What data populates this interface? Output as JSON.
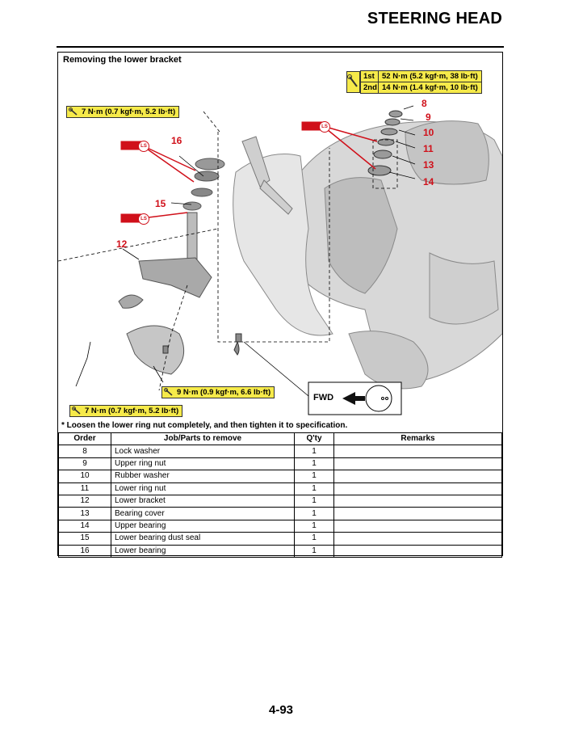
{
  "header": {
    "title": "STEERING HEAD"
  },
  "section": {
    "title": "Removing the lower bracket"
  },
  "specs": {
    "two_stage": [
      {
        "stage": "1st",
        "value": "52 N·m (5.2 kgf·m, 38 lb·ft)"
      },
      {
        "stage": "2nd",
        "value": "14 N·m (1.4 kgf·m, 10 lb·ft)"
      }
    ],
    "top_left": "7 N·m (0.7 kgf·m, 5.2 lb·ft)",
    "bottom_mid": "9 N·m (0.9 kgf·m, 6.6 lb·ft)",
    "bottom_left": "7 N·m (0.7 kgf·m, 5.2 lb·ft)"
  },
  "grease_label": "LS",
  "fwd_label": "FWD",
  "callouts": [
    "8",
    "9",
    "10",
    "11",
    "13",
    "14",
    "16",
    "15",
    "12"
  ],
  "note": "* Loosen the lower ring nut completely, and then tighten it to specification.",
  "table": {
    "headers": [
      "Order",
      "Job/Parts to remove",
      "Q'ty",
      "Remarks"
    ],
    "rows": [
      {
        "order": "8",
        "part": "Lock washer",
        "qty": "1",
        "remarks": ""
      },
      {
        "order": "9",
        "part": "Upper ring nut",
        "qty": "1",
        "remarks": ""
      },
      {
        "order": "10",
        "part": "Rubber washer",
        "qty": "1",
        "remarks": ""
      },
      {
        "order": "11",
        "part": "Lower ring nut",
        "qty": "1",
        "remarks": ""
      },
      {
        "order": "12",
        "part": "Lower bracket",
        "qty": "1",
        "remarks": ""
      },
      {
        "order": "13",
        "part": "Bearing cover",
        "qty": "1",
        "remarks": ""
      },
      {
        "order": "14",
        "part": "Upper bearing",
        "qty": "1",
        "remarks": ""
      },
      {
        "order": "15",
        "part": "Lower bearing dust seal",
        "qty": "1",
        "remarks": ""
      },
      {
        "order": "16",
        "part": "Lower bearing",
        "qty": "1",
        "remarks": ""
      }
    ]
  },
  "page_number": "4-93",
  "colors": {
    "spec_yellow": "#f6ea4a",
    "callout_red": "#d0101a"
  }
}
